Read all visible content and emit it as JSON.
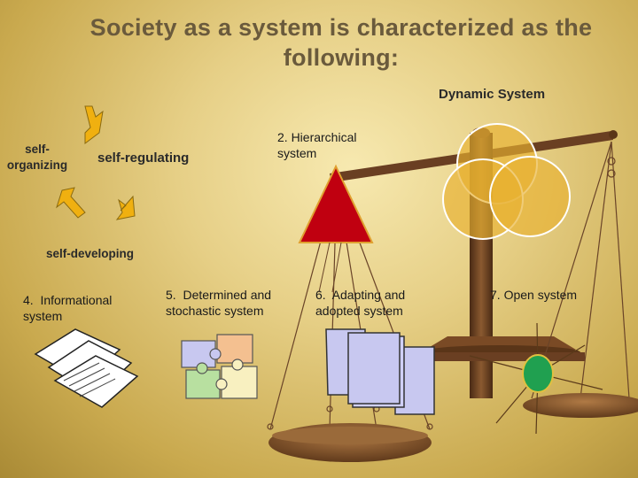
{
  "slide": {
    "title": "Society as a system is characterized as the following:",
    "cycle": {
      "self_organizing": "self-\norganizing",
      "self_regulating": "self-regulating",
      "self_developing": "self-developing"
    },
    "items": {
      "hierarchical": "2. Hierarchical\nsystem",
      "dynamic": "Dynamic System",
      "informational": "4.  Informational\nsystem",
      "determined": "5.  Determined and\nstochastic system",
      "adapting": "6.  Adapting and\nadopted system",
      "open": "7.  Open system"
    },
    "colors": {
      "arrow": "#f0b010",
      "triangle": "#c00010",
      "circle": "#e8b030",
      "green": "#20a050",
      "scale": "#6a3f22"
    }
  }
}
